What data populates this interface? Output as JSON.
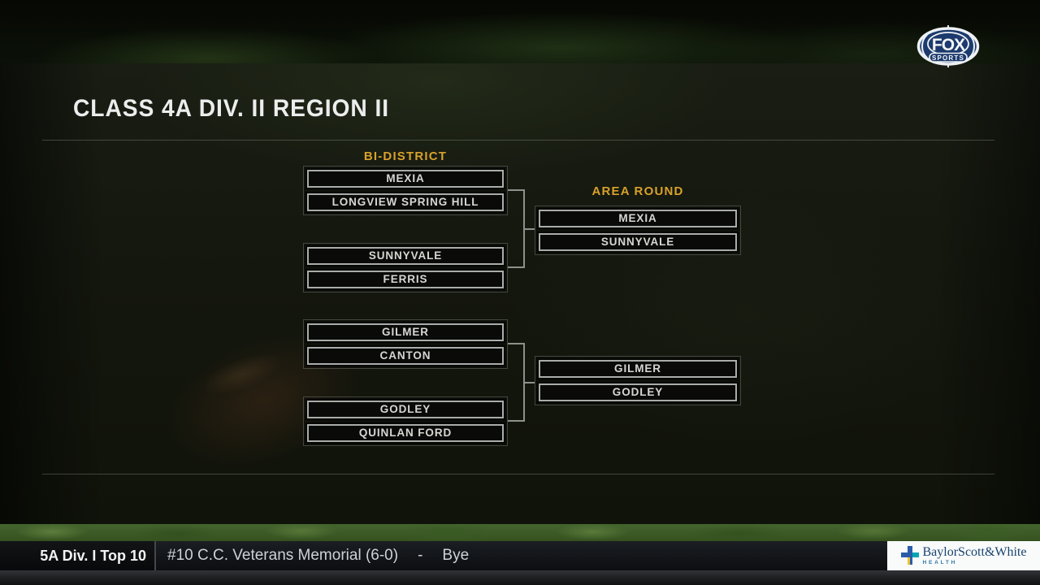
{
  "network": {
    "name": "FOX SPORTS",
    "logo_line1": "FOX",
    "logo_line2": "SPORTS",
    "navy": "#1c3a6d"
  },
  "bracket": {
    "title": "CLASS 4A DIV. II REGION II",
    "rounds": [
      {
        "label": "BI-DISTRICT",
        "matchups": [
          {
            "top": "MEXIA",
            "bottom": "LONGVIEW SPRING HILL"
          },
          {
            "top": "SUNNYVALE",
            "bottom": "FERRIS"
          },
          {
            "top": "GILMER",
            "bottom": "CANTON"
          },
          {
            "top": "GODLEY",
            "bottom": "QUINLAN FORD"
          }
        ]
      },
      {
        "label": "AREA ROUND",
        "matchups": [
          {
            "top": "MEXIA",
            "bottom": "SUNNYVALE"
          },
          {
            "top": "GILMER",
            "bottom": "GODLEY"
          }
        ]
      }
    ],
    "colors": {
      "accent_gold": "#d8a12b",
      "box_border": "#a9ada9",
      "box_bg": "#0a0a08",
      "team_text": "#d6d7d3",
      "connector": "#8d908b"
    }
  },
  "ticker": {
    "category": "5A Div. I Top 10",
    "entry": "#10 C.C. Veterans Memorial (6-0)",
    "separator": "-",
    "result": "Bye"
  },
  "sponsor": {
    "name": "BaylorScott&White",
    "division": "HEALTH"
  }
}
